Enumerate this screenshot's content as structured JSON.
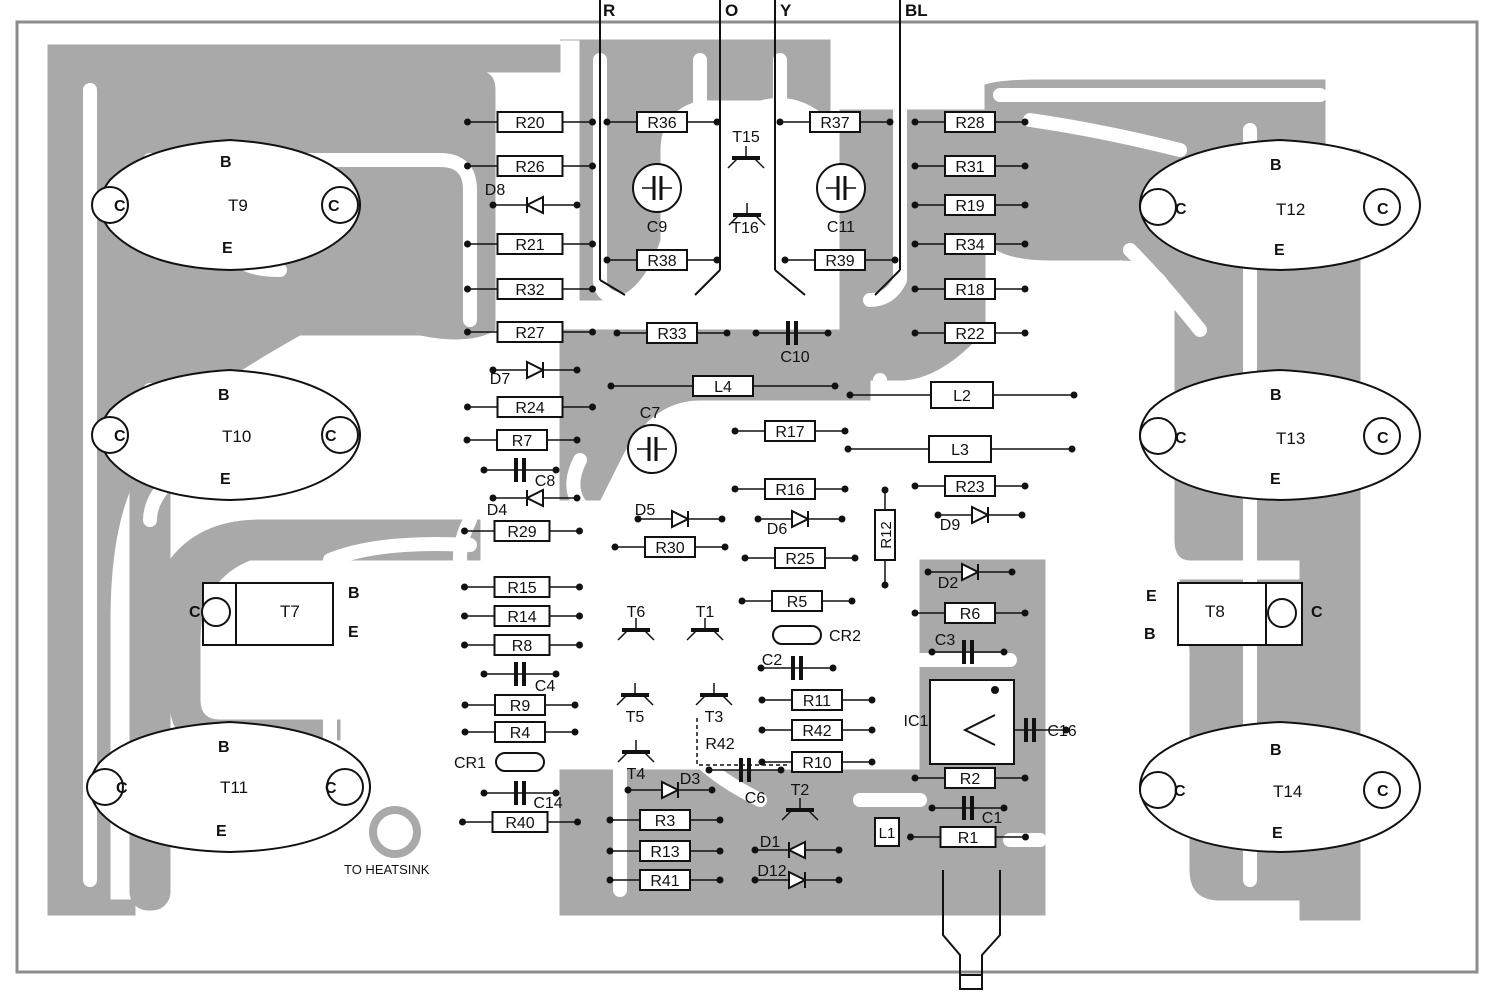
{
  "colors": {
    "copper": "#a9a9a9",
    "board": "#ffffff",
    "ink": "#111111",
    "border": "#8c8c8c"
  },
  "wires": [
    "R",
    "O",
    "Y",
    "BL"
  ],
  "note": "TO HEATSINK",
  "transistors": {
    "T9": {
      "label": "T9",
      "pins": [
        "B",
        "C",
        "C",
        "E"
      ]
    },
    "T10": {
      "label": "T10",
      "pins": [
        "B",
        "C",
        "C",
        "E"
      ]
    },
    "T11": {
      "label": "T11",
      "pins": [
        "B",
        "C",
        "C",
        "E"
      ]
    },
    "T12": {
      "label": "T12",
      "pins": [
        "B",
        "C",
        "C",
        "E"
      ]
    },
    "T13": {
      "label": "T13",
      "pins": [
        "B",
        "C",
        "C",
        "E"
      ]
    },
    "T14": {
      "label": "T14",
      "pins": [
        "B",
        "C",
        "C",
        "E"
      ]
    },
    "T7": {
      "label": "T7",
      "pins": [
        "C",
        "B",
        "E"
      ]
    },
    "T8": {
      "label": "T8",
      "pins": [
        "E",
        "B",
        "C"
      ]
    }
  },
  "resistors": [
    "R20",
    "R26",
    "R21",
    "R32",
    "R27",
    "R24",
    "R7",
    "R29",
    "R15",
    "R14",
    "R8",
    "R9",
    "R4",
    "R40",
    "R36",
    "R38",
    "R33",
    "R37",
    "R39",
    "R28",
    "R31",
    "R19",
    "R34",
    "R18",
    "R22",
    "R17",
    "R16",
    "R30",
    "R25",
    "R5",
    "R23",
    "R6",
    "R11",
    "R42",
    "R10",
    "R3",
    "R13",
    "R41",
    "R2",
    "R1",
    "R12"
  ],
  "inductors": [
    "L4",
    "L2",
    "L3",
    "L1"
  ],
  "diodes": [
    "D8",
    "D7",
    "D4",
    "D5",
    "D6",
    "D9",
    "D2",
    "D3",
    "D1",
    "D12"
  ],
  "capacitors": [
    "C9",
    "C11",
    "C10",
    "C7",
    "C8",
    "C4",
    "C14",
    "C2",
    "C3",
    "C16",
    "C6",
    "C1"
  ],
  "small_transistors": [
    "T15",
    "T16",
    "T6",
    "T1",
    "T5",
    "T3",
    "T4",
    "T2"
  ],
  "other": [
    "CR1",
    "CR2",
    "IC1",
    "R42"
  ]
}
